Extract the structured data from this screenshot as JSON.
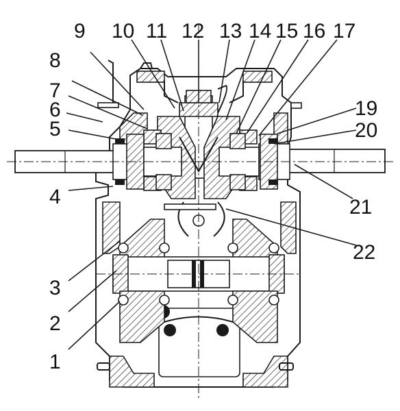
{
  "diagram": {
    "callouts": [
      {
        "id": "1",
        "text": "1"
      },
      {
        "id": "2",
        "text": "2"
      },
      {
        "id": "3",
        "text": "3"
      },
      {
        "id": "4",
        "text": "4"
      },
      {
        "id": "5",
        "text": "5"
      },
      {
        "id": "6",
        "text": "6"
      },
      {
        "id": "7",
        "text": "7"
      },
      {
        "id": "8",
        "text": "8"
      },
      {
        "id": "9",
        "text": "9"
      },
      {
        "id": "10",
        "text": "10"
      },
      {
        "id": "11",
        "text": "11"
      },
      {
        "id": "12",
        "text": "12"
      },
      {
        "id": "13",
        "text": "13"
      },
      {
        "id": "14",
        "text": "14"
      },
      {
        "id": "15",
        "text": "15"
      },
      {
        "id": "16",
        "text": "16"
      },
      {
        "id": "17",
        "text": "17"
      },
      {
        "id": "19",
        "text": "19"
      },
      {
        "id": "20",
        "text": "20"
      },
      {
        "id": "21",
        "text": "21"
      },
      {
        "id": "22",
        "text": "22"
      }
    ]
  }
}
